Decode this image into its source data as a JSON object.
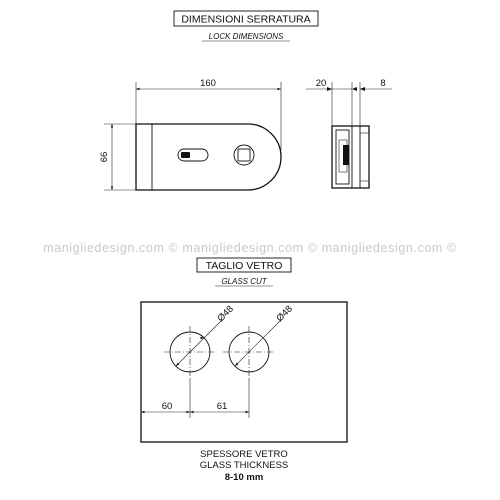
{
  "sections": {
    "lock": {
      "title": "DIMENSIONI SERRATURA",
      "subtitle": "LOCK DIMENSIONS",
      "width_label": "160",
      "height_label": "66",
      "side_depth_label": "20",
      "side_glass_label": "8"
    },
    "glass": {
      "title": "TAGLIO VETRO",
      "subtitle": "GLASS CUT",
      "hole1_diameter_label": "Ø48",
      "hole2_diameter_label": "Ø48",
      "edge_to_hole_label": "60",
      "hole_spacing_label": "61",
      "thickness_it": "SPESSORE VETRO",
      "thickness_en": "GLASS THICKNESS",
      "thickness_value": "8-10 mm"
    }
  },
  "watermark": "maniglie​design.com © maniglie​design.com © maniglie​design.com ©"
}
